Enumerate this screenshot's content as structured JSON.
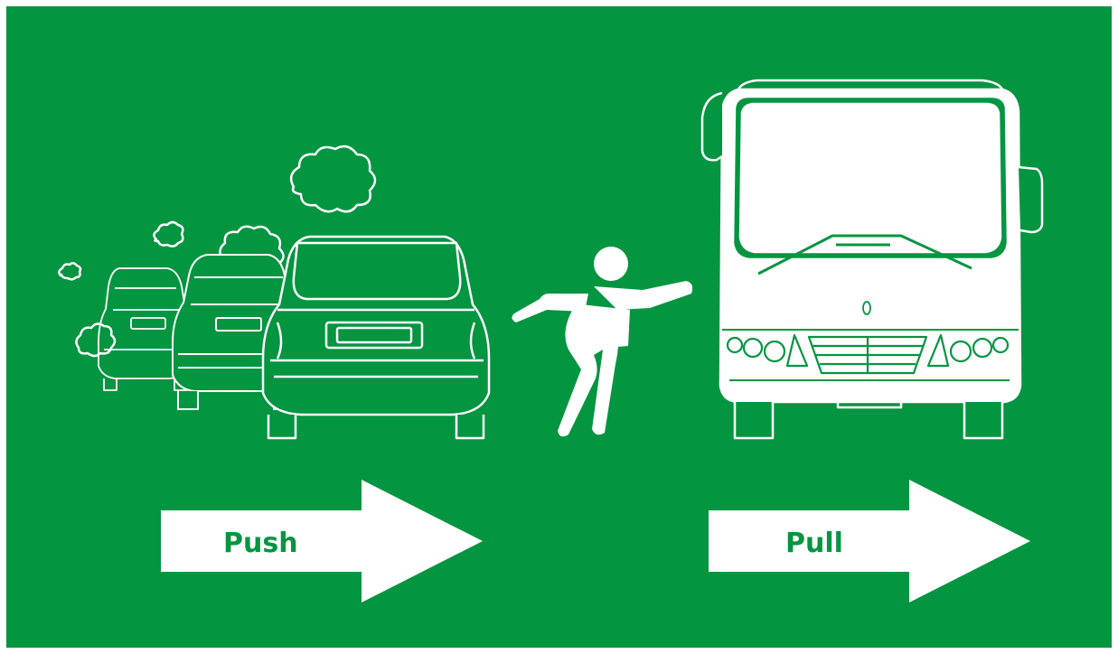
{
  "colors": {
    "background": "#049541",
    "foreground": "#ffffff",
    "label_text": "#049541"
  },
  "arrows": {
    "push": {
      "label": "Push",
      "icon": "right-arrow-icon"
    },
    "pull": {
      "label": "Pull",
      "icon": "right-arrow-icon"
    }
  },
  "illustration": {
    "cars": {
      "icon": "car-rear-icon",
      "count": 3
    },
    "exhaust": {
      "icon": "smoke-cloud-icon"
    },
    "person": {
      "icon": "person-reaching-icon"
    },
    "bus": {
      "icon": "bus-front-icon"
    }
  }
}
